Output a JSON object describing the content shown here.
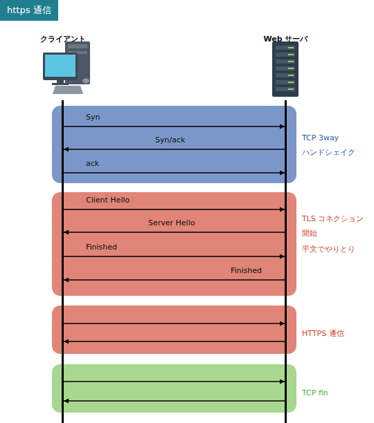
{
  "diagram": {
    "title": "https 通信",
    "nodes": [
      {
        "text": [
          "クライアント"
        ]
      },
      {
        "text": [
          "Web サーバ"
        ]
      },
      {
        "text": [
          "TCP 3way ハンドシェイク"
        ]
      },
      {
        "text": [
          "TLS コネクション 開始",
          "平文でやりとり"
        ]
      },
      {
        "text": [
          "HTTPS 通信"
        ]
      },
      {
        "text": [
          "TCP fin"
        ]
      }
    ],
    "edges": [
      {
        "from": 0,
        "to": 1,
        "label": "Syn",
        "arrow": "to"
      },
      {
        "from": 1,
        "to": 0,
        "label": "Syn/ack",
        "arrow": "to"
      },
      {
        "from": 0,
        "to": 1,
        "label": "ack",
        "arrow": "to"
      },
      {
        "from": 0,
        "to": 1,
        "label": "Client Hello",
        "arrow": "to"
      },
      {
        "from": 1,
        "to": 0,
        "label": "Server Hello",
        "arrow": "to"
      },
      {
        "from": 0,
        "to": 1,
        "label": "Finished",
        "arrow": "to"
      },
      {
        "from": 1,
        "to": 0,
        "label": "Finished",
        "arrow": "to"
      },
      {
        "from": 0,
        "to": 1,
        "arrow": "to"
      },
      {
        "from": 1,
        "to": 0,
        "arrow": "to"
      },
      {
        "from": 0,
        "to": 1,
        "arrow": "to"
      },
      {
        "from": 1,
        "to": 0,
        "arrow": "to"
      }
    ]
  }
}
